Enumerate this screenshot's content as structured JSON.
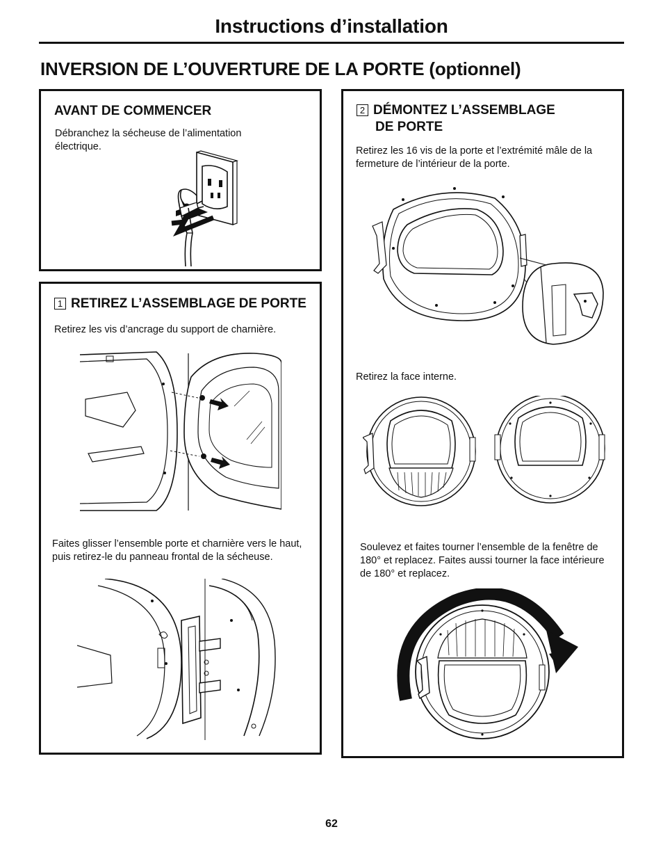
{
  "page": {
    "title": "Instructions d’installation",
    "section_title": "INVERSION DE L’OUVERTURE DE LA PORTE (optionnel)",
    "page_number": "62"
  },
  "before": {
    "heading": "AVANT DE COMMENCER",
    "text": "Débranchez la sécheuse de l’alimentation électrique."
  },
  "step1": {
    "number": "1",
    "heading": "RETIREZ L’ASSEMBLAGE DE PORTE",
    "text_a": "Retirez les vis d’ancrage du support de charnière.",
    "text_b": "Faites glisser l’ensemble porte et charnière vers le haut, puis retirez-le du panneau frontal de la sécheuse."
  },
  "step2": {
    "number": "2",
    "heading_line1": "DÉMONTEZ L’ASSEMBLAGE",
    "heading_line2": "DE PORTE",
    "text_a": "Retirez les 16 vis de la porte et l’extrémité mâle de la fermeture de l’intérieur de la porte.",
    "text_b": "Retirez la face interne.",
    "text_c": "Soulevez et faites tourner l’ensemble de la fenêtre de 180° et replacez. Faites aussi tourner la face intérieure de 180° et replacez."
  }
}
